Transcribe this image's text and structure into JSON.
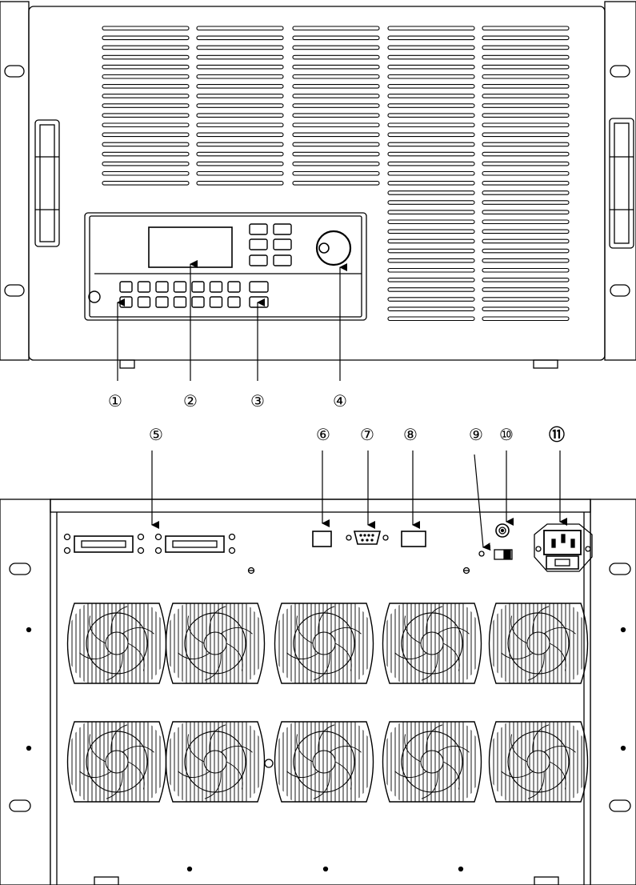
{
  "front_callouts": [
    "①",
    "②",
    "③",
    "④"
  ],
  "rear_callouts": [
    "⑤",
    "⑥",
    "⑦",
    "⑧",
    "⑨",
    "⑩",
    "⑪"
  ]
}
